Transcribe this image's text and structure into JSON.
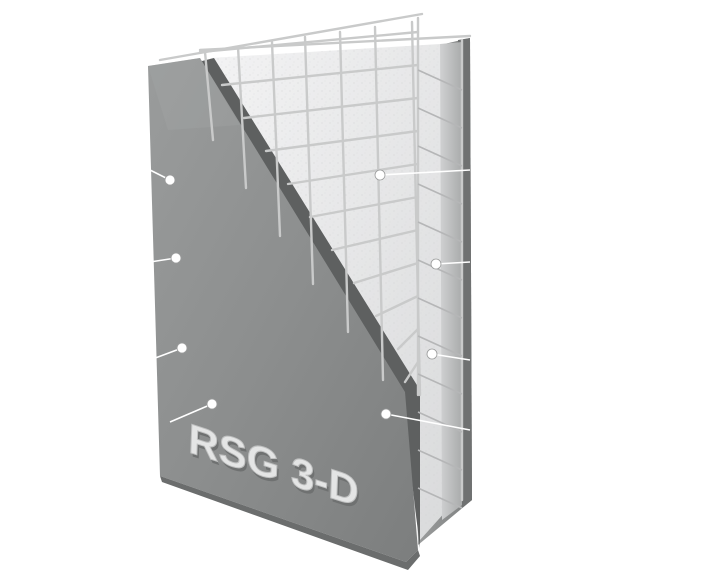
{
  "diagram": {
    "brand_text": "RSG 3-D",
    "colors": {
      "background": "#ffffff",
      "concrete": "#8e9090",
      "concrete_dark": "#6e7070",
      "foam": "#e9e9ea",
      "mesh": "#c8c9c9",
      "callout": "#ffffff"
    },
    "callouts": [
      {
        "id": "left-1",
        "label": ""
      },
      {
        "id": "left-2",
        "label": ""
      },
      {
        "id": "left-3",
        "label": ""
      },
      {
        "id": "left-4",
        "label": ""
      },
      {
        "id": "right-1",
        "label": ""
      },
      {
        "id": "right-2",
        "label": ""
      },
      {
        "id": "right-3",
        "label": ""
      },
      {
        "id": "right-4",
        "label": ""
      }
    ]
  }
}
